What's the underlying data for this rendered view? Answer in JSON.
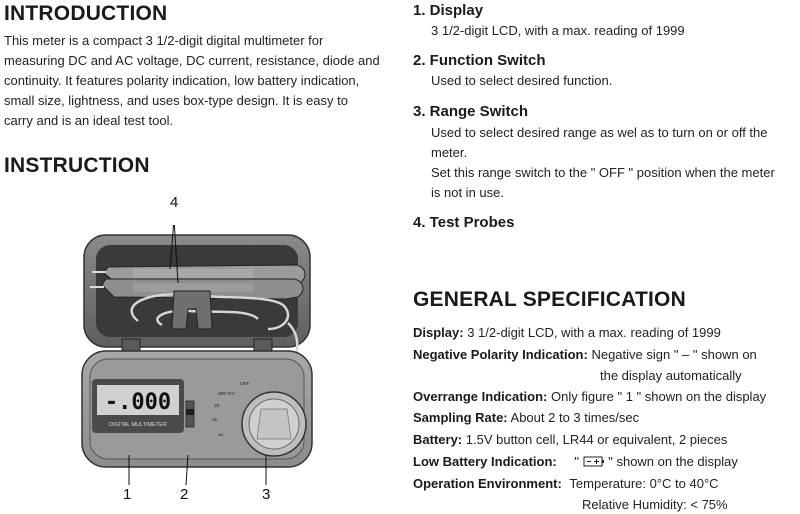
{
  "intro": {
    "heading": "INTRODUCTION",
    "lines": [
      "This meter is a compact 3 1/2-digit digital multimeter for",
      "measuring DC and AC voltage, DC current, resistance, diode and",
      "continuity. It features polarity indication, low battery indication,",
      "small size, lightness, and uses box-type design. It is easy to",
      "carry and is an ideal test tool."
    ]
  },
  "instruction": {
    "heading": "INSTRUCTION"
  },
  "figure": {
    "lcd_reading": "-.000",
    "lcd_label": "DIGITAL  MULTIMETER",
    "off_label": "OFF",
    "callouts": [
      "4",
      "1",
      "2",
      "3"
    ]
  },
  "parts": [
    {
      "title": "1.  Display",
      "lines": [
        "3 1/2-digit LCD, with a max. reading of 1999"
      ]
    },
    {
      "title": "2.  Function Switch",
      "lines": [
        "Used to select desired function."
      ]
    },
    {
      "title": "3.  Range Switch",
      "lines": [
        "Used to select desired range as wel as to turn on or off the",
        "meter.",
        "Set this range switch to the \" OFF \" position when the meter",
        "is not in use."
      ]
    },
    {
      "title": "4.  Test Probes",
      "lines": []
    }
  ],
  "spec": {
    "heading": "GENERAL SPECIFICATION",
    "display_label": "Display:",
    "display_value": "3 1/2-digit LCD, with a max. reading of 1999",
    "neg_label": "Negative Polarity Indication:",
    "neg_value": "Negative sign \" – \" shown on",
    "neg_value_2": "the display automatically",
    "over_label": "Overrange Indication:",
    "over_value": "Only figure \" 1 \" shown on the display",
    "sampling_label": "Sampling Rate:",
    "sampling_value": "About 2 to 3 times/sec",
    "battery_label": "Battery:",
    "battery_value": "1.5V button cell, LR44 or equivalent, 2 pieces",
    "lowbat_label": "Low Battery Indication:",
    "lowbat_value_pre": "\"",
    "lowbat_value_post": "\" shown on the display",
    "env_label": "Operation Environment:",
    "env_value": "Temperature:  0°C to 40°C",
    "env_value_2": "Relative Humidity:  < 75%"
  }
}
